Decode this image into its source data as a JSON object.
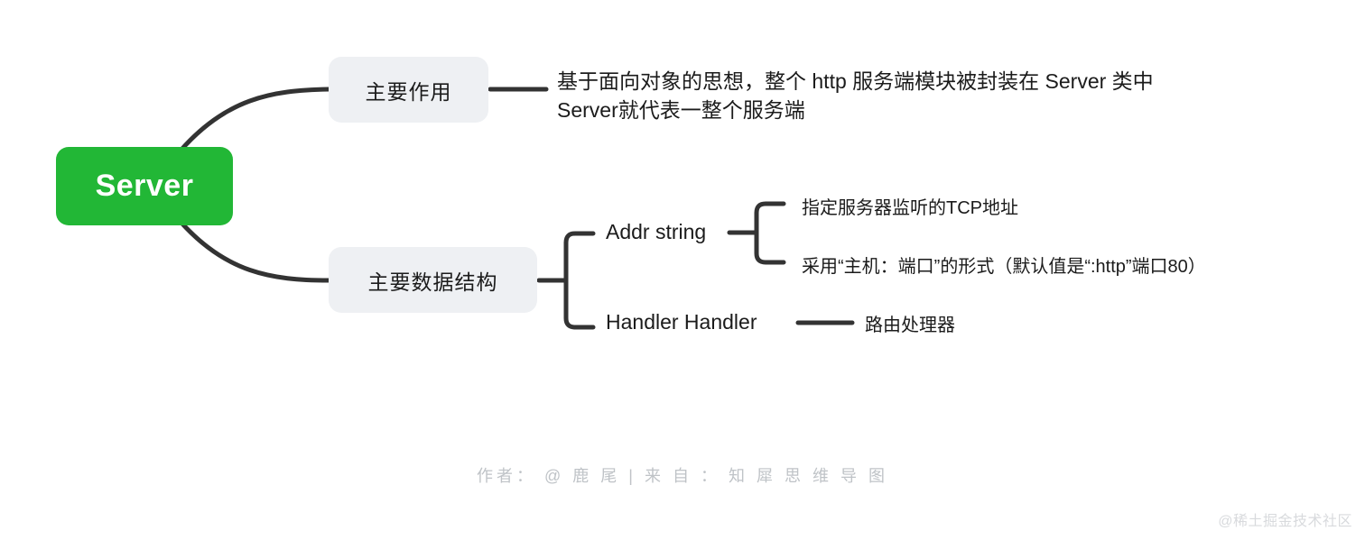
{
  "theme": {
    "background": "#ffffff",
    "root_fill": "#22b736",
    "root_text": "#ffffff",
    "branch_fill": "#eef0f3",
    "branch_text": "#1b1b1b",
    "connector": "#333333",
    "leaf_text": "#1b1b1b",
    "credit_text": "#bfc3c7",
    "watermark_text": "#d8dadd"
  },
  "mindmap": {
    "root": {
      "label": "Server"
    },
    "branches": [
      {
        "label": "主要作用",
        "children": [
          {
            "label": "基于面向对象的思想，整个 http 服务端模块被封装在 Server 类中\nServer就代表一整个服务端"
          }
        ]
      },
      {
        "label": "主要数据结构",
        "children": [
          {
            "label": "Addr string",
            "children": [
              {
                "label": "指定服务器监听的TCP地址"
              },
              {
                "label": "采用“主机：端口”的形式（默认值是“:http”端口80）"
              }
            ]
          },
          {
            "label": "Handler Handler",
            "children": [
              {
                "label": "路由处理器"
              }
            ]
          }
        ]
      }
    ]
  },
  "footer": {
    "credit": "作者： @ 鹿 尾  |  来 自 ： 知 犀 思 维 导 图",
    "watermark": "@稀土掘金技术社区"
  }
}
